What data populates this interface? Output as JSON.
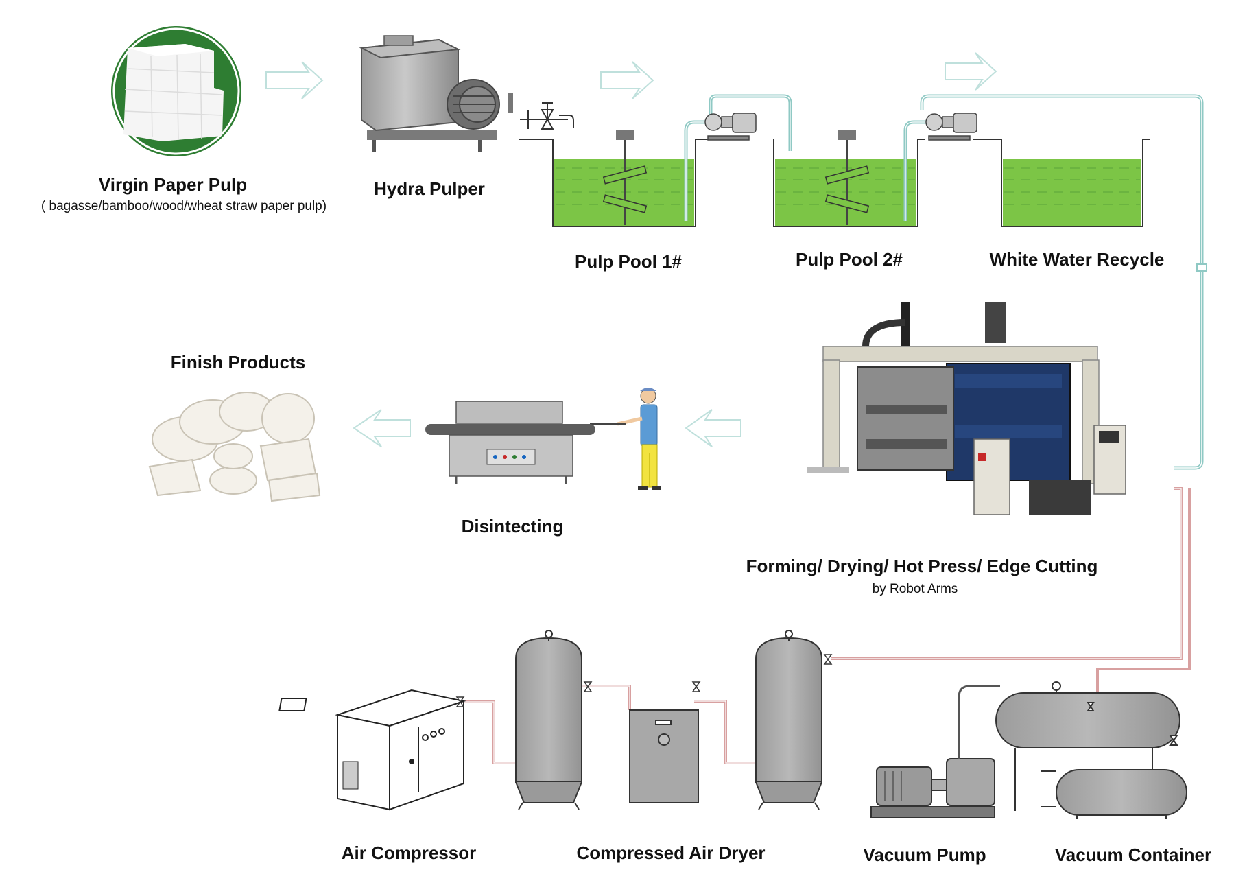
{
  "diagram": {
    "virgin_pulp": {
      "label": "Virgin Paper Pulp",
      "sublabel": "( bagasse/bamboo/wood/wheat straw paper pulp)"
    },
    "hydra_pulper": {
      "label": "Hydra Pulper"
    },
    "pulp_pool_1": {
      "label": "Pulp Pool 1#"
    },
    "pulp_pool_2": {
      "label": "Pulp Pool 2#"
    },
    "white_water": {
      "label": "White Water Recycle"
    },
    "forming": {
      "label": "Forming/ Drying/ Hot Press/ Edge Cutting",
      "sublabel": "by Robot Arms"
    },
    "finish_products": {
      "label": "Finish Products"
    },
    "disinfecting": {
      "label": "Disintecting"
    },
    "air_compressor": {
      "label": "Air Compressor"
    },
    "air_dryer": {
      "label": "Compressed Air Dryer"
    },
    "vacuum_pump": {
      "label": "Vacuum Pump"
    },
    "vacuum_container": {
      "label": "Vacuum Container"
    }
  },
  "colors": {
    "pulp_green": "#7cc546",
    "badge_green": "#2e7d32",
    "water_line": "#8fc9c4",
    "air_line": "#d8a0a0",
    "tank_gray": "#a8a8a8",
    "arrow_outline": "#bfe0dc"
  }
}
